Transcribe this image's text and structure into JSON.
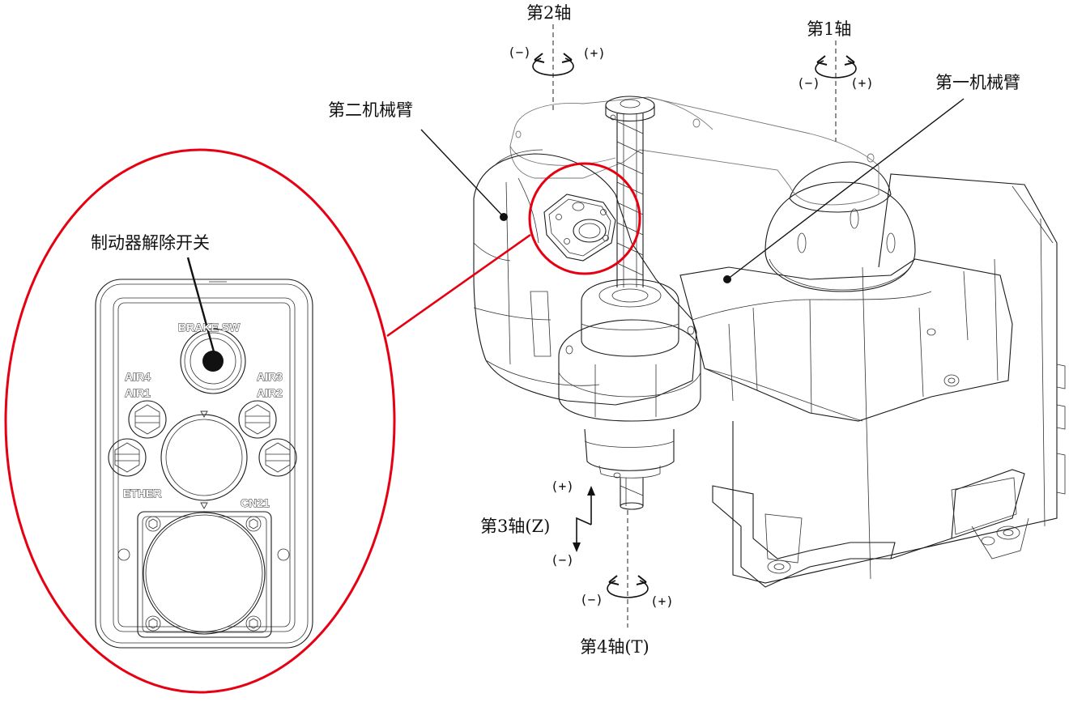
{
  "labels": {
    "axis2": "第2轴",
    "axis1": "第1轴",
    "arm2": "第二机械臂",
    "arm1": "第一机械臂",
    "brake_switch": "制动器解除开关",
    "axis3": "第3轴(Z)",
    "axis4": "第4轴(T)"
  },
  "signs": {
    "axis2_neg": "(−)",
    "axis2_pos": "(+)",
    "axis1_neg": "(−)",
    "axis1_pos": "(+)",
    "axis3_pos": "(+)",
    "axis3_neg": "(−)",
    "axis4_neg": "(−)",
    "axis4_pos": "(+)"
  },
  "panel": {
    "brake_sw": "BRAKE  SW",
    "air4": "AIR4",
    "air1": "AIR1",
    "air3": "AIR3",
    "air2": "AIR2",
    "ether": "ETHER",
    "cn21": "CN21"
  },
  "colors": {
    "highlight": "#e60012",
    "line": "#1a1a1a"
  }
}
